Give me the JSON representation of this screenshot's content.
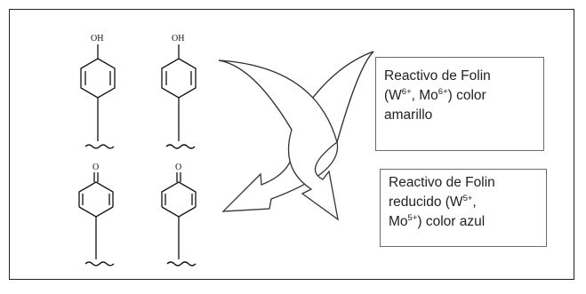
{
  "diagram": {
    "molecules": {
      "phenol_label_1": "OH",
      "phenol_label_2": "OH",
      "quinone_label_1": "O",
      "quinone_label_2": "O"
    },
    "reagent_box": {
      "line1": "Reactivo de Folin",
      "w_open": "(W",
      "w_charge": "6+",
      "mo_prefix": ", Mo",
      "mo_charge": "6+",
      "color_suffix": ") color",
      "line3": "amarillo"
    },
    "reduced_box": {
      "line1": "Reactivo de Folin",
      "line2_prefix": "reducido (W",
      "w_charge": "5+",
      "line2_suffix": ",",
      "mo_prefix": "Mo",
      "mo_charge": "5+",
      "color_suffix": ") color  azul"
    },
    "arrow_colors": {
      "grey_fill": "#c8c8c8",
      "white_fill": "#ffffff",
      "stroke": "#333333"
    }
  }
}
